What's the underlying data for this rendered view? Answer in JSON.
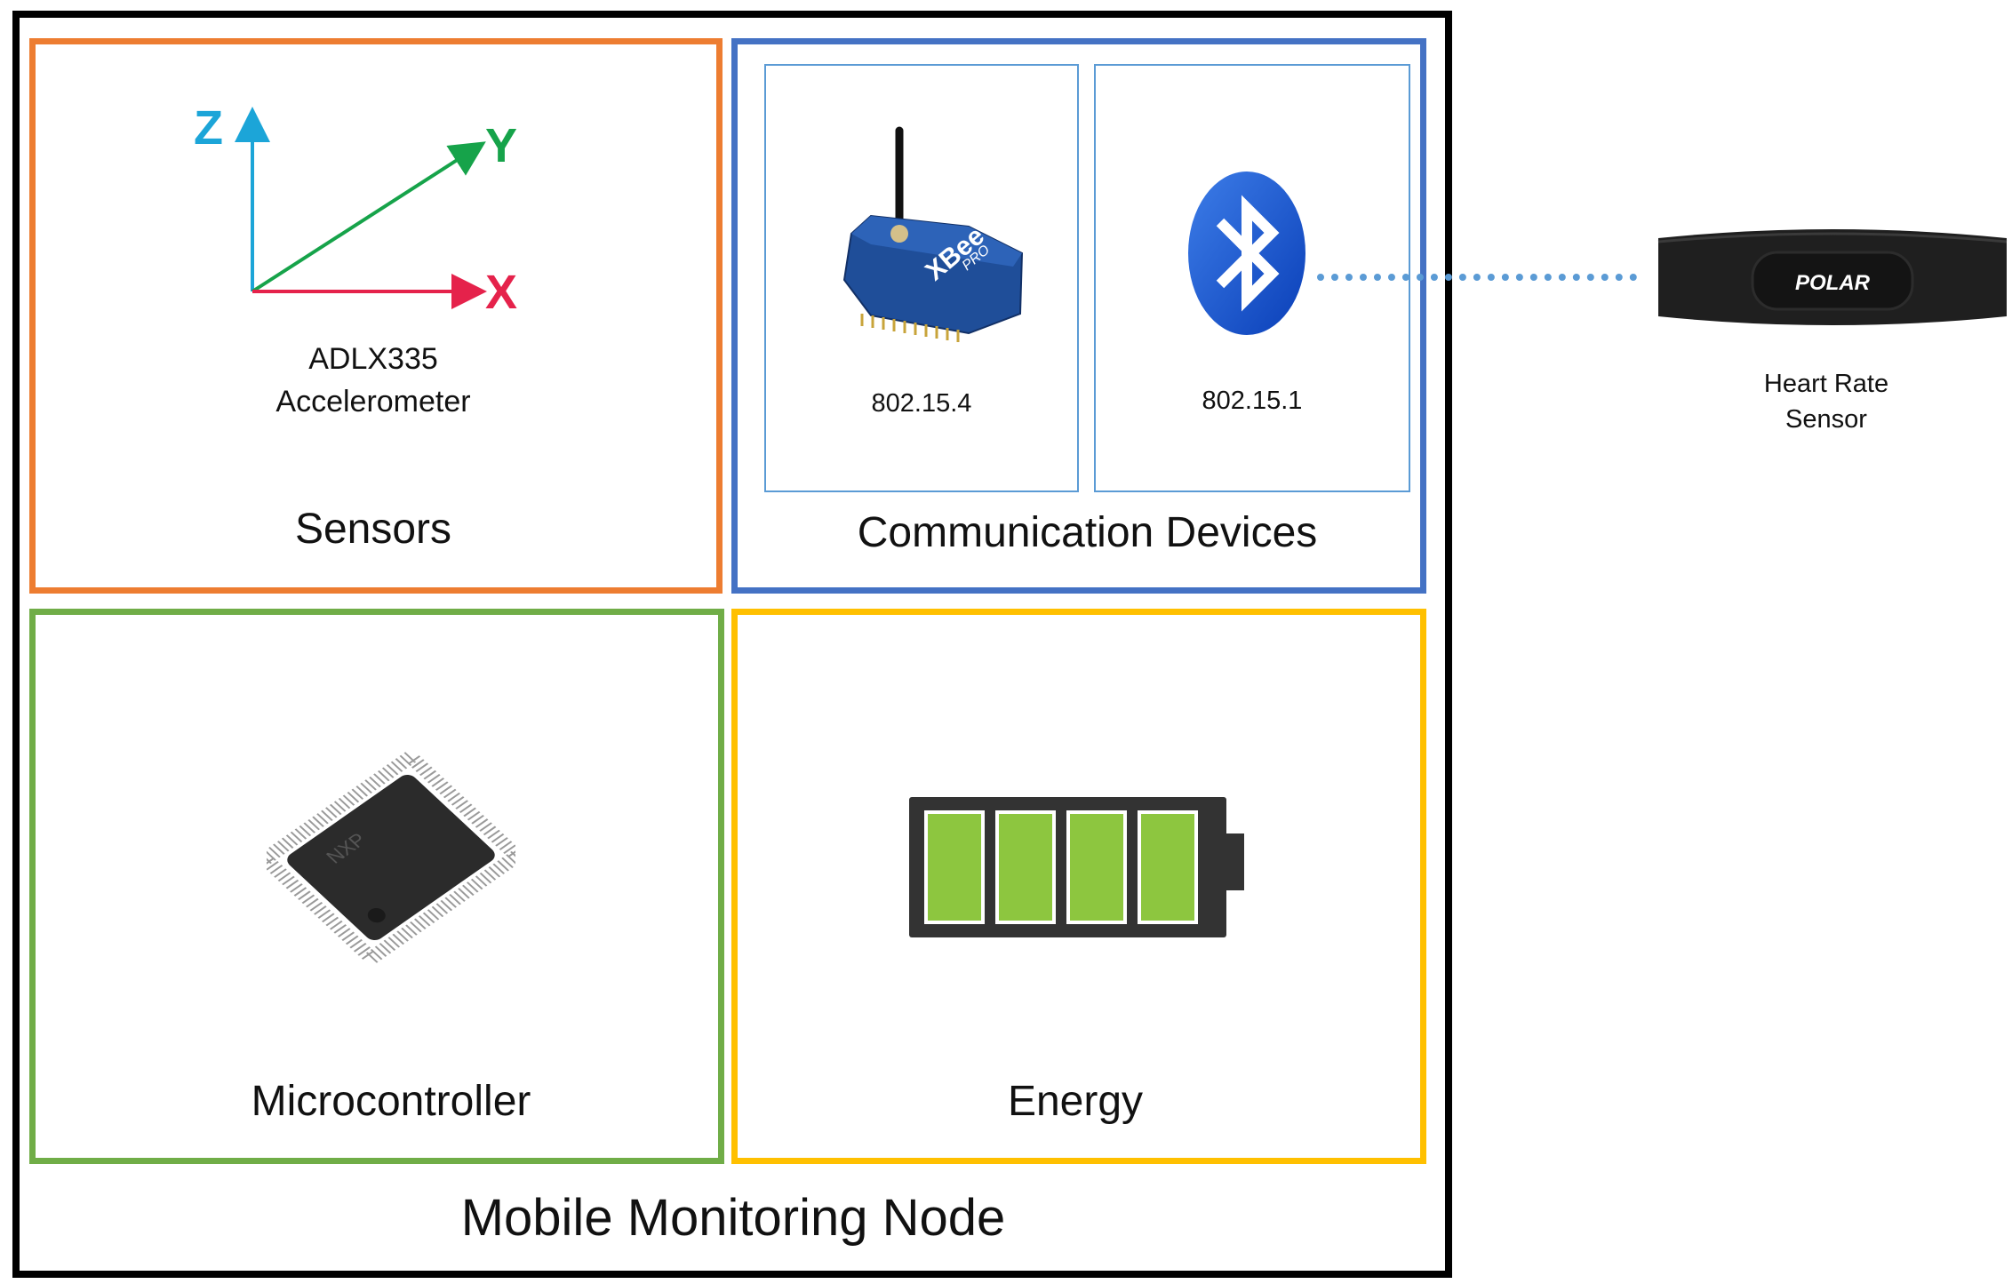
{
  "node_title": "Mobile Monitoring Node",
  "sensors": {
    "title": "Sensors",
    "device_line1": "ADLX335",
    "device_line2": "Accelerometer",
    "axes": {
      "z": "Z",
      "y": "Y",
      "x": "X"
    }
  },
  "communication": {
    "title": "Communication Devices",
    "xbee_label": "802.15.4",
    "bluetooth_label": "802.15.1",
    "xbee_logo_text": "XBee",
    "xbee_sub_text": "PRO"
  },
  "microcontroller": {
    "title": "Microcontroller",
    "chip_marking": "NXP"
  },
  "energy": {
    "title": "Energy",
    "battery_cells": 4,
    "battery_color": "#8DC63F"
  },
  "heart_rate": {
    "line1": "Heart Rate",
    "line2": "Sensor",
    "brand": "POLAR"
  },
  "colors": {
    "sensors_border": "#ED7D31",
    "comm_border": "#4472C4",
    "micro_border": "#70AD47",
    "energy_border": "#FFC000",
    "link_dots": "#5B9BD5"
  }
}
